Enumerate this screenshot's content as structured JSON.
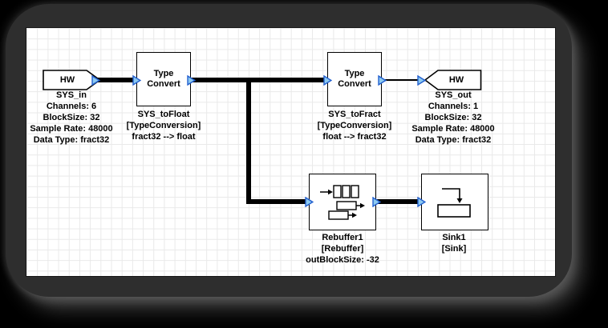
{
  "window": {
    "background": "#000000",
    "panel_color": "#2e2e2e",
    "canvas_bg": "#ffffff",
    "grid_line": "#e9e9e9"
  },
  "diagram": {
    "blocks": {
      "hw_in": {
        "title": "HW",
        "labels": [
          "SYS_in",
          "Channels: 6",
          "BlockSize: 32",
          "Sample Rate: 48000",
          "Data Type: fract32"
        ]
      },
      "type_convert_1": {
        "title": "Type Convert",
        "labels": [
          "SYS_toFloat",
          "[TypeConversion]",
          "fract32 --> float"
        ]
      },
      "type_convert_2": {
        "title": "Type Convert",
        "labels": [
          "SYS_toFract",
          "[TypeConversion]",
          "float --> fract32"
        ]
      },
      "hw_out": {
        "title": "HW",
        "labels": [
          "SYS_out",
          "Channels: 1",
          "BlockSize: 32",
          "Sample Rate: 48000",
          "Data Type: fract32"
        ]
      },
      "rebuffer_1": {
        "icon": "rebuffer-icon",
        "labels": [
          "Rebuffer1",
          "[Rebuffer]",
          "outBlockSize: -32"
        ]
      },
      "sink_1": {
        "icon": "sink-icon",
        "labels": [
          "Sink1",
          "[Sink]"
        ]
      }
    },
    "ports": {
      "fill": "#8cc9f0",
      "stroke": "#2360cf"
    },
    "wires": {
      "color": "#000000"
    }
  }
}
